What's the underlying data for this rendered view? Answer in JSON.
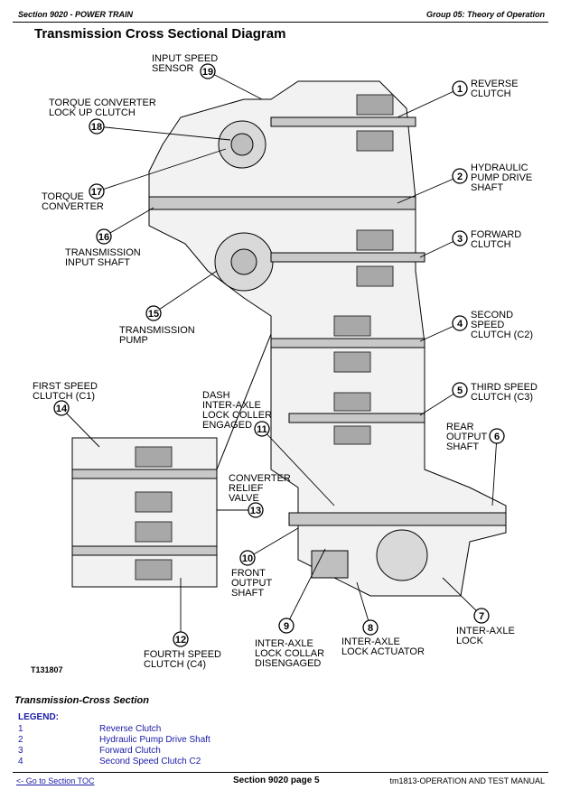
{
  "header": {
    "section": "Section 9020 - POWER TRAIN",
    "group": "Group 05: Theory of Operation"
  },
  "title": "Transmission Cross Sectional Diagram",
  "diagram": {
    "figure_id": "T131807",
    "callouts": [
      {
        "num": "1",
        "lines": [
          "REVERSE",
          "CLUTCH"
        ]
      },
      {
        "num": "2",
        "lines": [
          "HYDRAULIC",
          "PUMP DRIVE",
          "SHAFT"
        ]
      },
      {
        "num": "3",
        "lines": [
          "FORWARD",
          "CLUTCH"
        ]
      },
      {
        "num": "4",
        "lines": [
          "SECOND",
          "SPEED",
          "CLUTCH (C2)"
        ]
      },
      {
        "num": "5",
        "lines": [
          "THIRD SPEED",
          "CLUTCH (C3)"
        ]
      },
      {
        "num": "6",
        "lines": [
          "REAR",
          "OUTPUT",
          "SHAFT"
        ]
      },
      {
        "num": "7",
        "lines": [
          "INTER-AXLE",
          "LOCK"
        ]
      },
      {
        "num": "8",
        "lines": [
          "INTER-AXLE",
          "LOCK ACTUATOR"
        ]
      },
      {
        "num": "9",
        "lines": [
          "INTER-AXLE",
          "LOCK COLLAR",
          "DISENGAGED"
        ]
      },
      {
        "num": "10",
        "lines": [
          "FRONT",
          "OUTPUT",
          "SHAFT"
        ]
      },
      {
        "num": "11",
        "lines": [
          "DASH",
          "INTER-AXLE",
          "LOCK COLLER",
          "ENGAGED"
        ]
      },
      {
        "num": "12",
        "lines": [
          "FOURTH SPEED",
          "CLUTCH (C4)"
        ]
      },
      {
        "num": "13",
        "lines": [
          "CONVERTER",
          "RELIEF",
          "VALVE"
        ]
      },
      {
        "num": "14",
        "lines": [
          "FIRST SPEED",
          "CLUTCH (C1)"
        ]
      },
      {
        "num": "15",
        "lines": [
          "TRANSMISSION",
          "PUMP"
        ]
      },
      {
        "num": "16",
        "lines": [
          "TRANSMISSION",
          "INPUT SHAFT"
        ]
      },
      {
        "num": "17",
        "lines": [
          "TORQUE",
          "CONVERTER"
        ]
      },
      {
        "num": "18",
        "lines": [
          "TORQUE CONVERTER",
          "LOCK UP CLUTCH"
        ]
      },
      {
        "num": "19",
        "lines": [
          "INPUT SPEED",
          "SENSOR"
        ]
      }
    ]
  },
  "caption": "Transmission-Cross Section",
  "legend": {
    "title": "LEGEND:",
    "items": [
      {
        "num": "1",
        "text": "Reverse Clutch"
      },
      {
        "num": "2",
        "text": "Hydraulic Pump Drive Shaft"
      },
      {
        "num": "3",
        "text": "Forward Clutch"
      },
      {
        "num": "4",
        "text": "Second Speed Clutch C2"
      }
    ]
  },
  "footer": {
    "toc_link": "<- Go to Section TOC",
    "page": "Section 9020 page 5",
    "manual": "tm1813-OPERATION AND TEST MANUAL"
  }
}
